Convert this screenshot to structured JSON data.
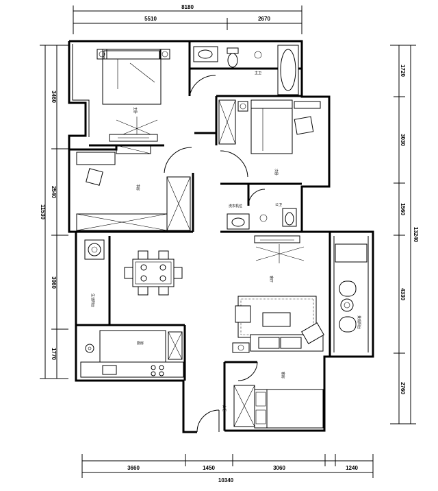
{
  "dimensions": {
    "top_total": "8180",
    "top_left": "5510",
    "top_right": "2670",
    "bottom_1": "3660",
    "bottom_2": "1450",
    "bottom_3": "3060",
    "bottom_4": "1240",
    "bottom_total": "10340",
    "left_1": "3460",
    "left_2": "2540",
    "left_3": "3060",
    "left_4": "1770",
    "left_total": "11530",
    "right_1": "1720",
    "right_2": "3030",
    "right_3": "1560",
    "right_4": "4330",
    "right_5": "2760",
    "right_total": "13240"
  },
  "rooms": {
    "master_bedroom": "主卧",
    "master_bath": "主卫",
    "second_bedroom": "次卧",
    "study": "书房",
    "public_bath": "公卫",
    "laundry": "洗衣机位",
    "living_room": "客厅",
    "living_balcony": "景观阳台",
    "service_balcony": "生活阳台",
    "kitchen": "厨房",
    "guest_room": "客房",
    "wardrobe": "衣柜"
  }
}
